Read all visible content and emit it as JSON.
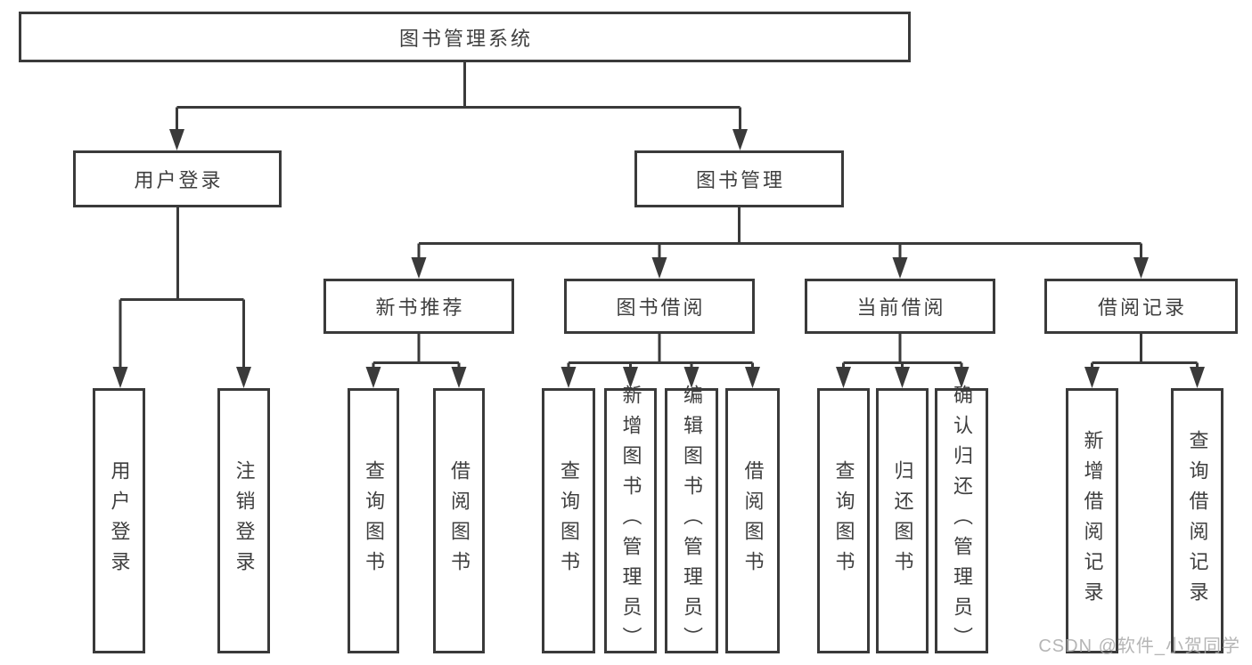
{
  "diagram": {
    "title": "图书管理系统",
    "nodes": {
      "root": "图书管理系统",
      "user_login": "用户登录",
      "book_management": "图书管理",
      "new_book_recommend": "新书推荐",
      "book_borrowing": "图书借阅",
      "current_borrowing": "当前借阅",
      "borrowing_records": "借阅记录",
      "user_login_leaf": "用户登录",
      "logout_leaf": "注销登录",
      "recommend_query_book": "查询图书",
      "recommend_borrow_book": "借阅图书",
      "borrowing_query_book": "查询图书",
      "borrowing_add_book": "新增图书（管理员）",
      "borrowing_edit_book": "编辑图书（管理员）",
      "borrowing_borrow_book": "借阅图书",
      "current_query_book": "查询图书",
      "current_return_book": "归还图书",
      "current_confirm_return": "确认归还（管理员）",
      "records_add_record": "新增借阅记录",
      "records_query_record": "查询借阅记录"
    },
    "colors": {
      "line": "#3a3a3a",
      "text": "#3f3f3f",
      "background": "#ffffff",
      "watermark": "#a9a9a9"
    }
  },
  "watermark": "CSDN @软件_小贺同学"
}
